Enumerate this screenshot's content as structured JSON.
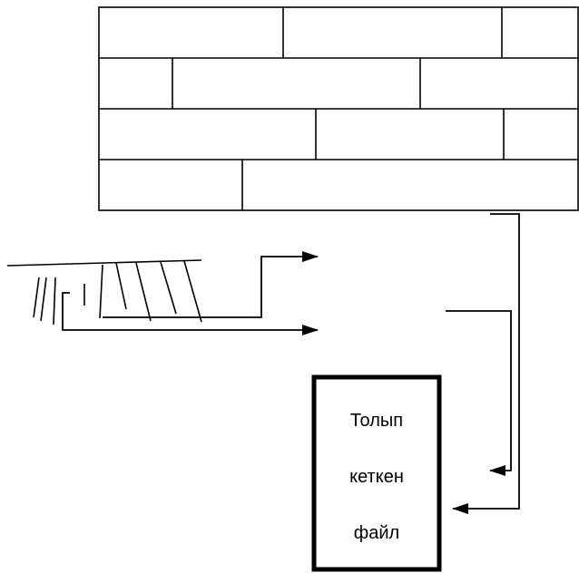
{
  "box": {
    "lines": [
      "Толып",
      "кеткен",
      "файл"
    ]
  },
  "colors": {
    "stroke": "#000000",
    "background": "#ffffff"
  }
}
